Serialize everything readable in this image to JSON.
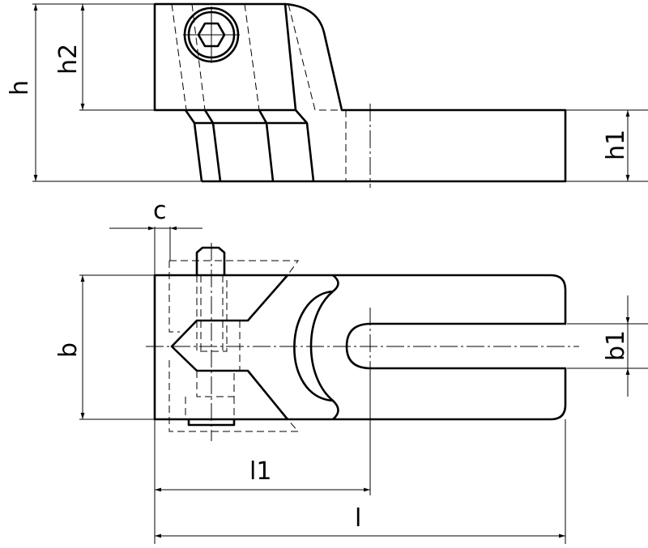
{
  "title": "Clamp technical drawing",
  "labels": {
    "h": "h",
    "h2": "h2",
    "h1": "h1",
    "c": "c",
    "b": "b",
    "b1": "b1",
    "l1": "l1",
    "l": "l"
  },
  "colors": {
    "line": "#000000",
    "background": "#ffffff"
  }
}
